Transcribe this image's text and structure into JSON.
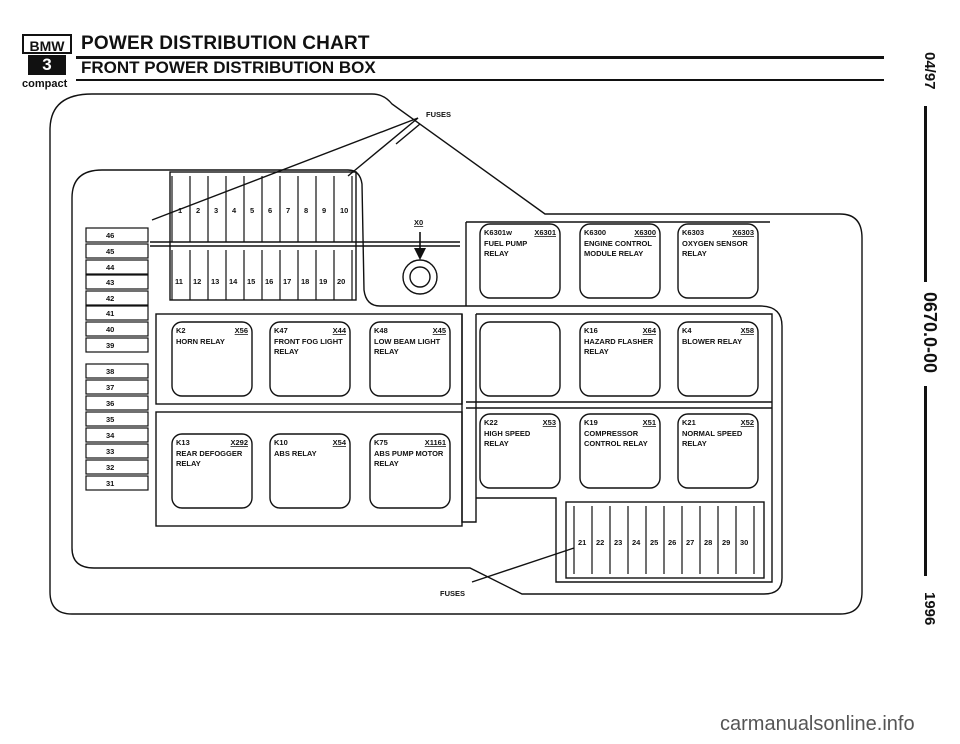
{
  "header": {
    "logo_text": "BMW",
    "logo_number": "3",
    "logo_sub": "compact",
    "title": "POWER DISTRIBUTION CHART",
    "subtitle": "FRONT POWER DISTRIBUTION BOX"
  },
  "sidebar": {
    "date": "04/97",
    "code": "0670.0-00",
    "year": "1996"
  },
  "diagram": {
    "fuses_top_label": "FUSES",
    "fuses_bottom_label": "FUSES",
    "ground_label": "X0",
    "fuses_row1": [
      "1",
      "2",
      "3",
      "4",
      "5",
      "6",
      "7",
      "8",
      "9",
      "10"
    ],
    "fuses_row2": [
      "11",
      "12",
      "13",
      "14",
      "15",
      "16",
      "17",
      "18",
      "19",
      "20"
    ],
    "fuses_row3": [
      "21",
      "22",
      "23",
      "24",
      "25",
      "26",
      "27",
      "28",
      "29",
      "30"
    ],
    "fuses_left": [
      "46",
      "45",
      "44",
      "43",
      "42",
      "41",
      "40",
      "39",
      "38",
      "37",
      "36",
      "35",
      "34",
      "33",
      "32",
      "31"
    ],
    "relays": [
      {
        "id": "K6301w",
        "conn": "X6301",
        "l1": "FUEL PUMP",
        "l2": "RELAY"
      },
      {
        "id": "K6300",
        "conn": "X6300",
        "l1": "ENGINE CONTROL",
        "l2": "MODULE RELAY"
      },
      {
        "id": "K6303",
        "conn": "X6303",
        "l1": "OXYGEN SENSOR",
        "l2": "RELAY"
      },
      {
        "id": "K2",
        "conn": "X56",
        "l1": "HORN RELAY",
        "l2": ""
      },
      {
        "id": "K47",
        "conn": "X44",
        "l1": "FRONT FOG LIGHT",
        "l2": "RELAY"
      },
      {
        "id": "K48",
        "conn": "X45",
        "l1": "LOW BEAM LIGHT",
        "l2": "RELAY"
      },
      {
        "id": "",
        "conn": "",
        "l1": "",
        "l2": ""
      },
      {
        "id": "K16",
        "conn": "X64",
        "l1": "HAZARD FLASHER",
        "l2": "RELAY"
      },
      {
        "id": "K4",
        "conn": "X58",
        "l1": "BLOWER RELAY",
        "l2": ""
      },
      {
        "id": "K22",
        "conn": "X53",
        "l1": "HIGH SPEED",
        "l2": "RELAY"
      },
      {
        "id": "K19",
        "conn": "X51",
        "l1": "COMPRESSOR",
        "l2": "CONTROL RELAY"
      },
      {
        "id": "K21",
        "conn": "X52",
        "l1": "NORMAL SPEED",
        "l2": "RELAY"
      },
      {
        "id": "K13",
        "conn": "X292",
        "l1": "REAR DEFOGGER",
        "l2": "RELAY"
      },
      {
        "id": "K10",
        "conn": "X54",
        "l1": "ABS RELAY",
        "l2": ""
      },
      {
        "id": "K75",
        "conn": "X1161",
        "l1": "ABS PUMP MOTOR",
        "l2": "RELAY"
      }
    ]
  },
  "watermark": "carmanualsonline.info"
}
